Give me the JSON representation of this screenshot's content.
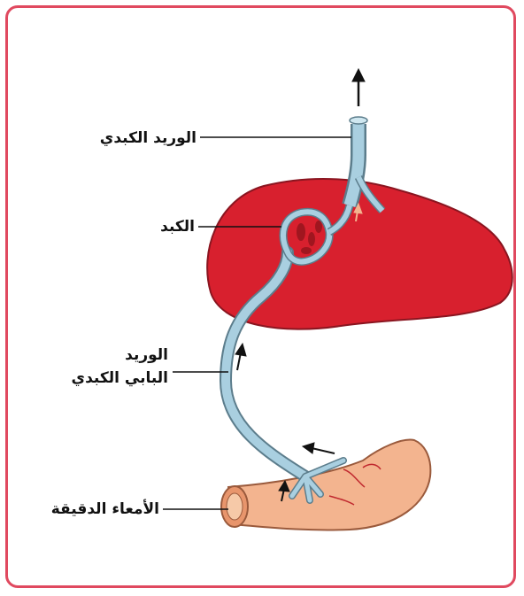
{
  "labels": {
    "hepatic_vein": "الوريد الكبدي",
    "liver": "الكبد",
    "portal_vein_line1": "الوريد",
    "portal_vein_line2": "البابي الكبدي",
    "small_intestine": "الأمعاء الدقيقة"
  },
  "colors": {
    "frame": "#e0495f",
    "liver": "#d8202e",
    "vessel": "#a9cfe0",
    "vessel_outline": "#5c7d8c",
    "intestine": "#f3b48f",
    "intestine_outline": "#9a5a3c",
    "text": "#111111"
  }
}
